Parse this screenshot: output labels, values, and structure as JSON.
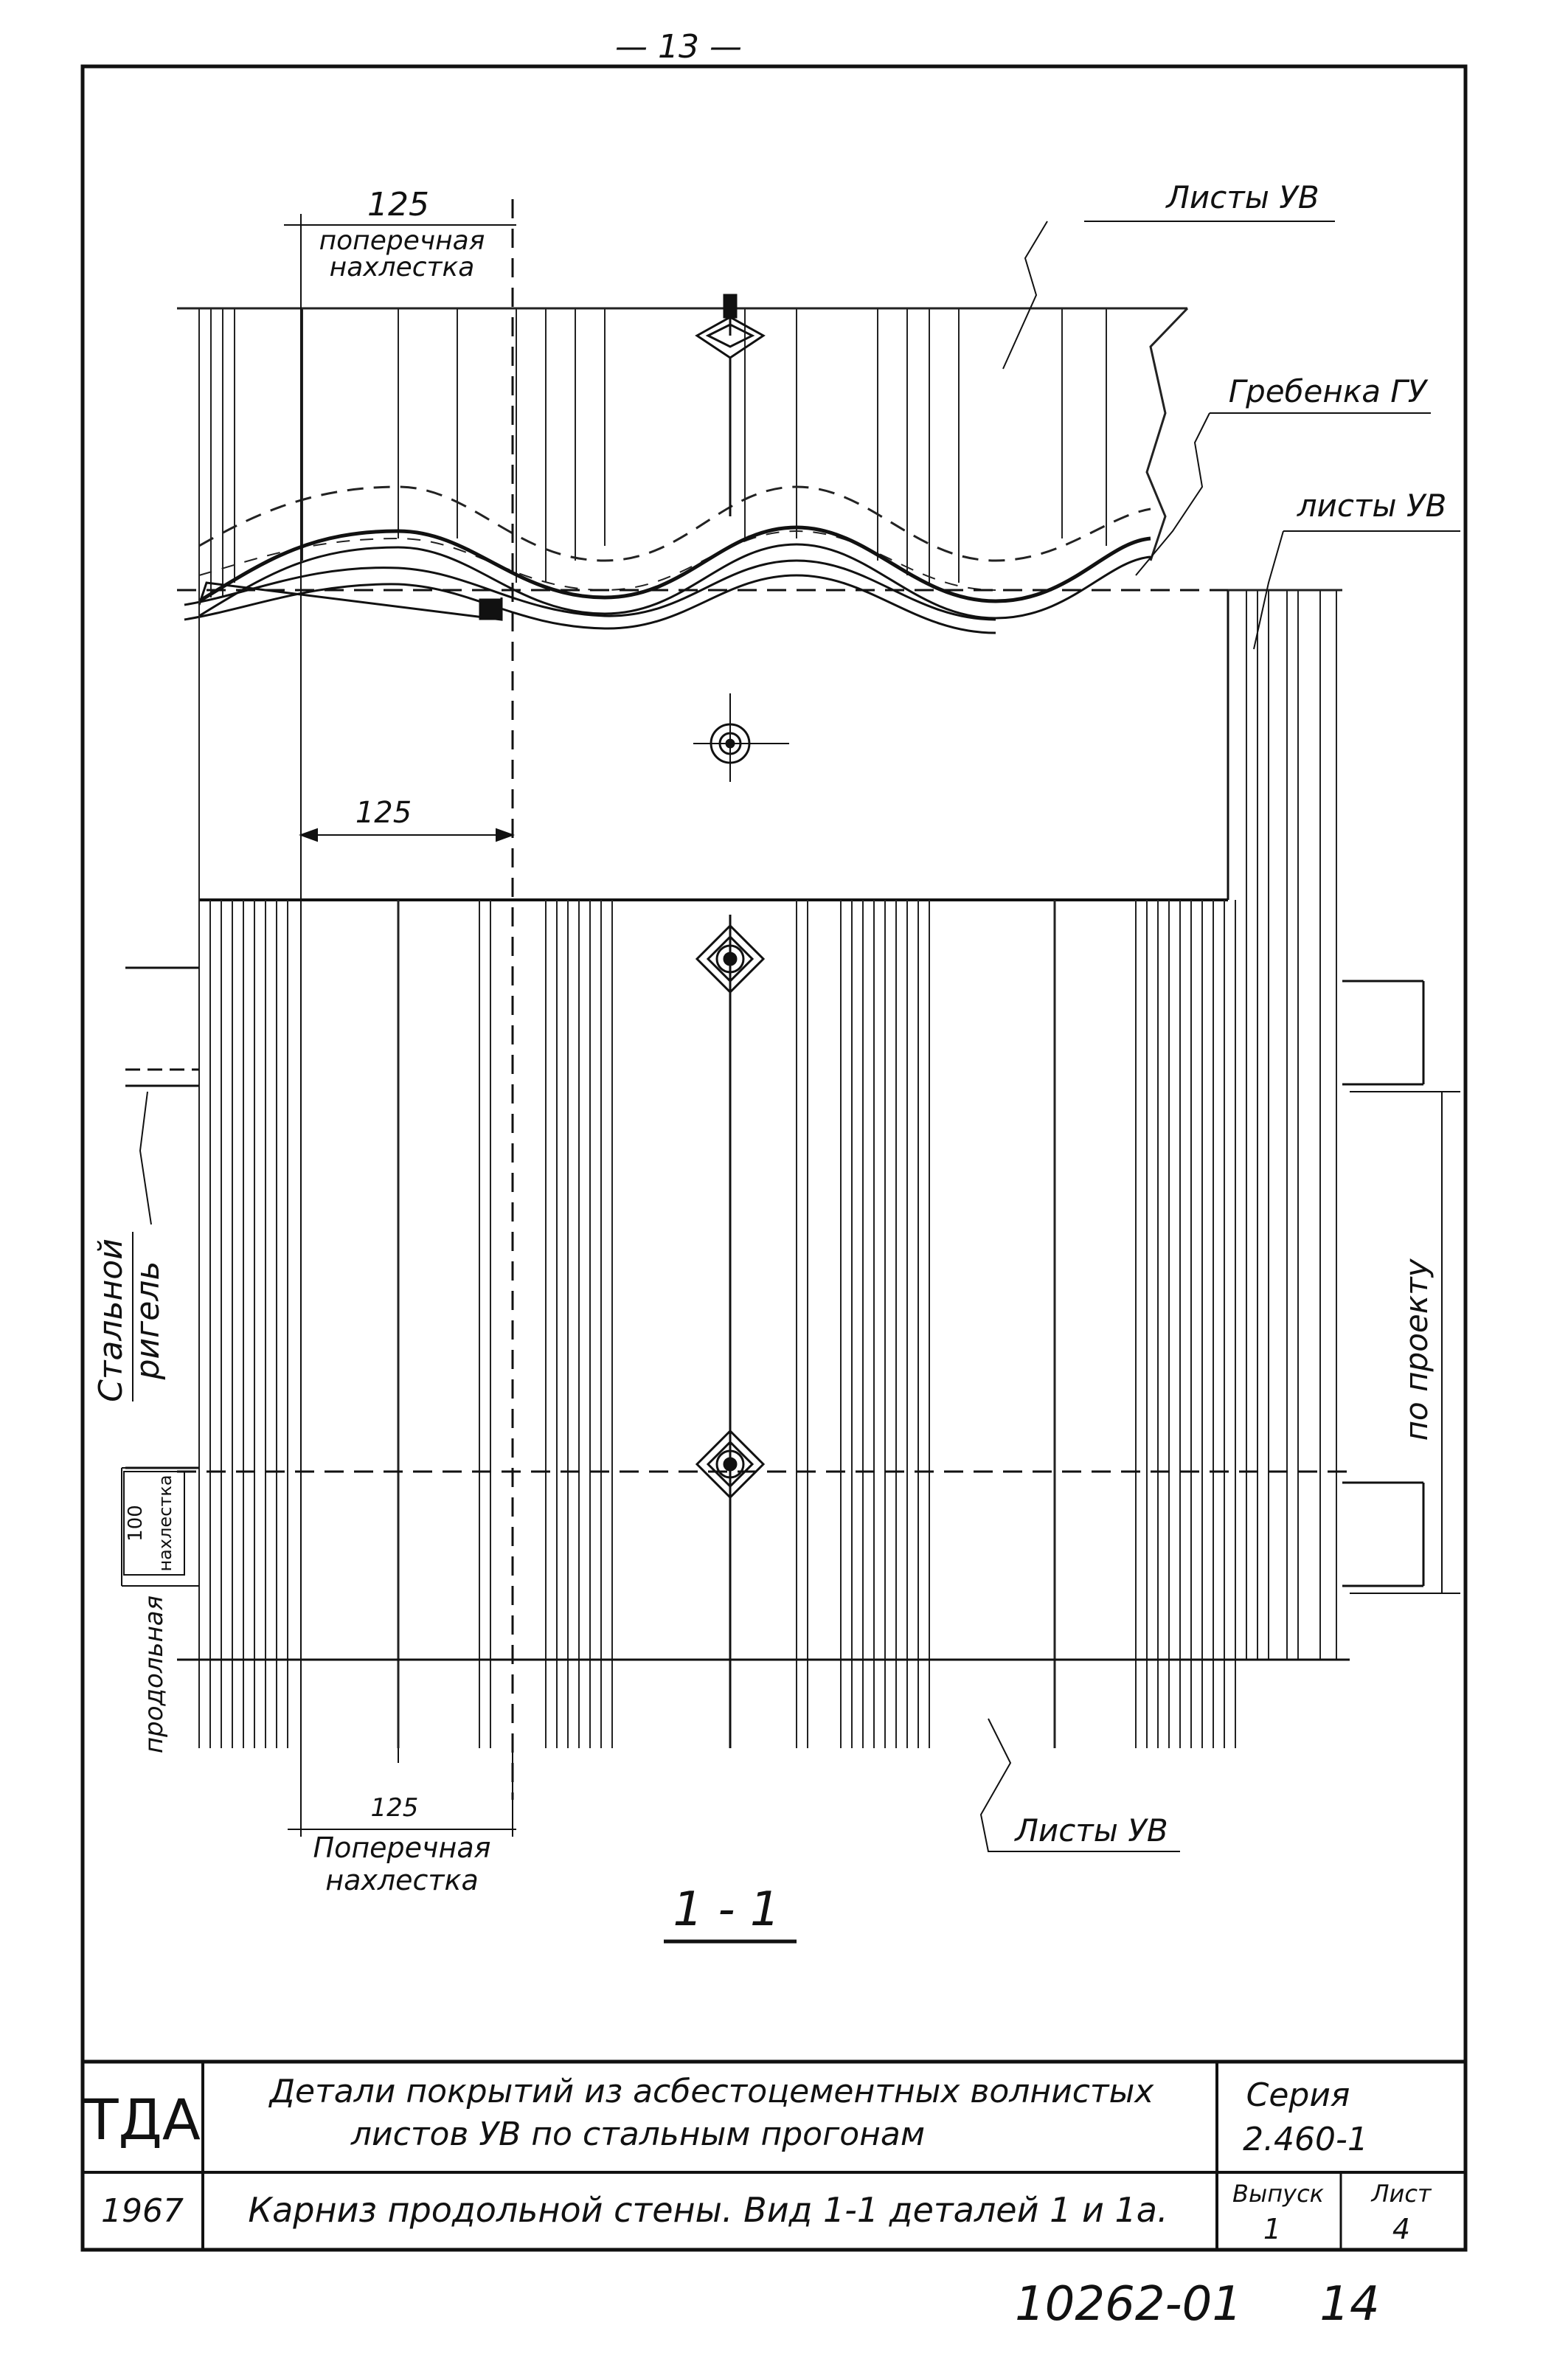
{
  "page_number": "— 13 —",
  "drawing": {
    "dim_top": "125",
    "label_top_overlap": [
      "поперечная",
      "нахлестка"
    ],
    "label_sheets_top": "Листы УВ",
    "label_ridge": "Гребенка ГУ",
    "label_sheets_right": "листы УВ",
    "dim_middle": "125",
    "label_steel_girder": [
      "Стальной",
      "ригель"
    ],
    "label_longitudinal_overlap": [
      "продольная",
      "нахлестка"
    ],
    "dim_100": "100",
    "label_by_project": "по проекту",
    "dim_bottom": "125",
    "label_bottom_overlap": [
      "Поперечная",
      "нахлестка"
    ],
    "label_sheets_bottom": "Листы УВ",
    "section_label": "1 - 1"
  },
  "title_block": {
    "org": "ТДА",
    "year": "1967",
    "title_line1": "Детали покрытий из асбестоцементных волнистых",
    "title_line2": "листов УВ по стальным прогонам",
    "series_label": "Серия",
    "series_value": "2.460-1",
    "subtitle": "Карниз продольной стены. Вид 1-1 деталей 1 и 1а.",
    "issue_label": "Выпуск",
    "issue_value": "1",
    "sheet_label": "Лист",
    "sheet_value": "4"
  },
  "footer": {
    "doc_number": "10262-01",
    "page": "14"
  }
}
